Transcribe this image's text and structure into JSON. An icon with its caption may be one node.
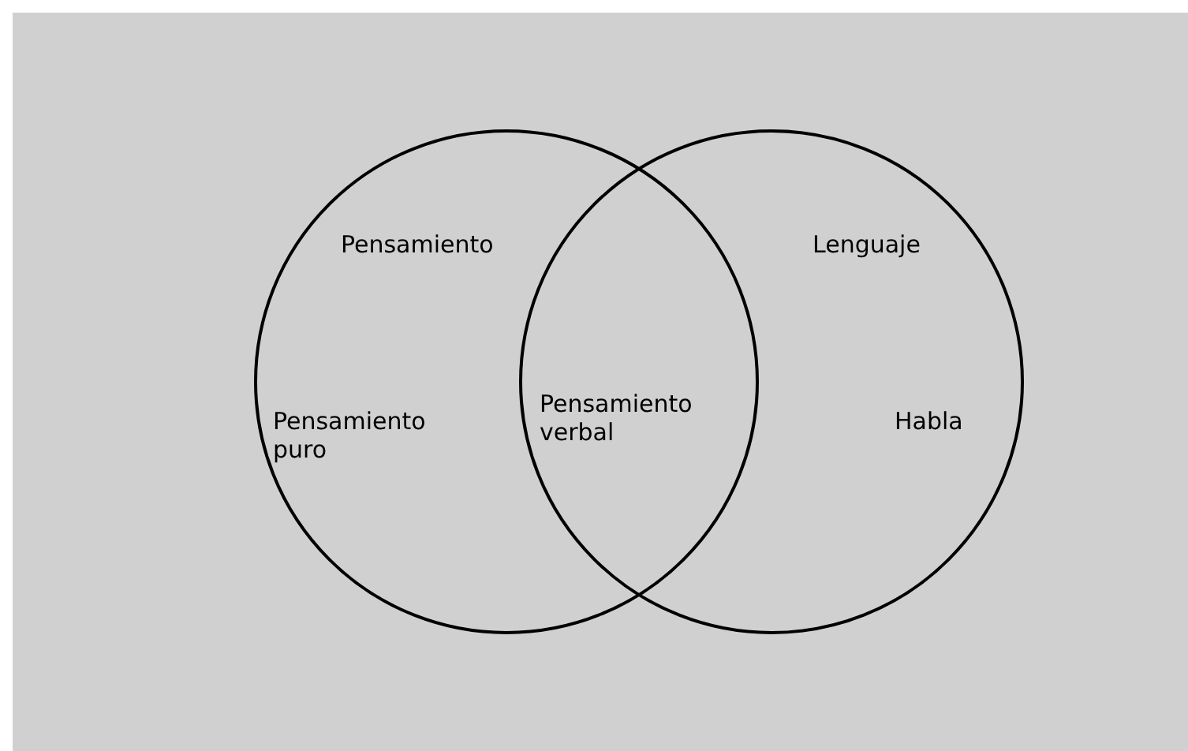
{
  "diagram": {
    "nodes": [
      {
        "text": [
          "Pensamiento",
          "Pensamiento puro"
        ]
      },
      {
        "text": [
          "Lenguaje",
          "Habla"
        ]
      }
    ],
    "labels": [
      "Pensamiento verbal"
    ]
  }
}
